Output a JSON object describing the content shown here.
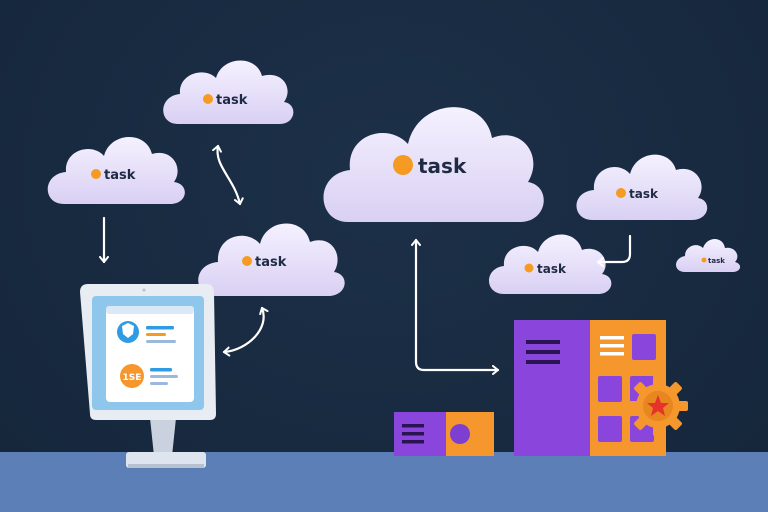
{
  "scene": {
    "colors": {
      "background": "#192c42",
      "floor": "#5b7fb6",
      "cloud": "#ece6fb",
      "dot": "#f59a23",
      "purple": "#8a46dc",
      "orange": "#f5972c",
      "monitor": "#e8edf4",
      "screen": "#8fc7ec"
    }
  },
  "clouds": [
    {
      "label": "task"
    },
    {
      "label": "task"
    },
    {
      "label": "task"
    },
    {
      "label": "task"
    },
    {
      "label": "task"
    },
    {
      "label": "task"
    },
    {
      "label": "task"
    }
  ],
  "monitor": {
    "badge_text": "1SE"
  }
}
